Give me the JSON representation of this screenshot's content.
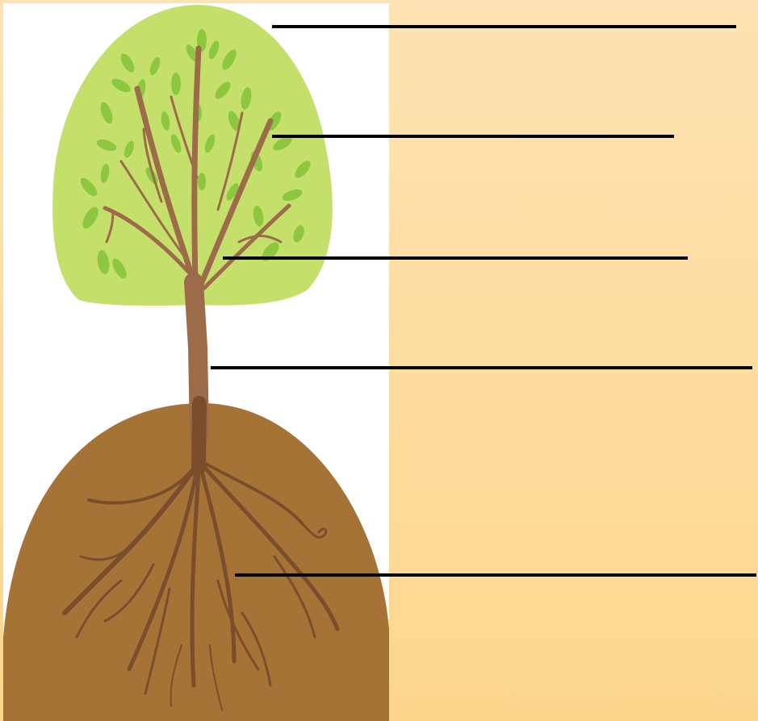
{
  "diagram": {
    "kind": "tree-parts-labeling-worksheet",
    "colors": {
      "page_background_top": "#fde3b3",
      "page_background_bottom": "#fcd68c",
      "left_panel": "#ffffff",
      "canopy": "#c5e06a",
      "leaf": "#8dc63f",
      "trunk": "#9b6b4a",
      "soil": "#a67336",
      "root": "#7a4e2d",
      "label_line": "#000000"
    },
    "labels": [
      {
        "part": "leaves",
        "text": ""
      },
      {
        "part": "canopy",
        "text": ""
      },
      {
        "part": "branches",
        "text": ""
      },
      {
        "part": "trunk",
        "text": ""
      },
      {
        "part": "roots",
        "text": ""
      }
    ]
  }
}
